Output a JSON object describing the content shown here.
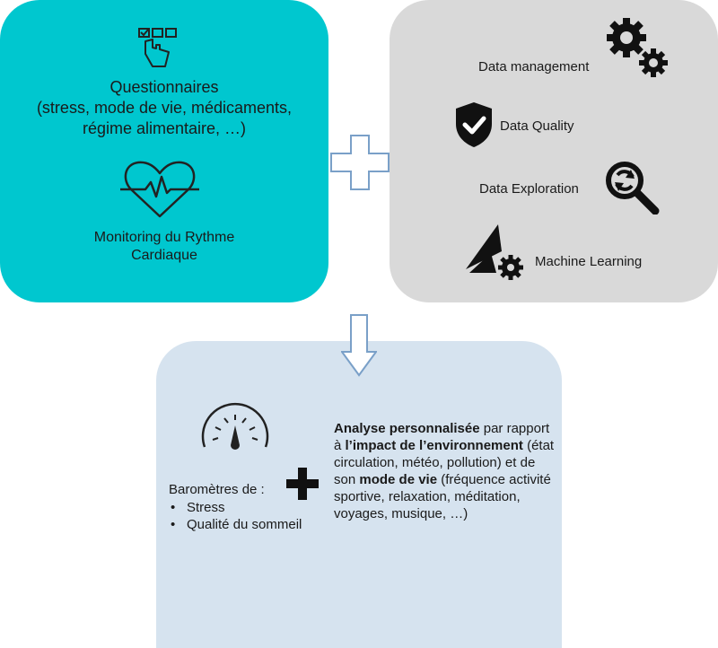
{
  "top_left": {
    "questionnaire_title": "Questionnaires",
    "questionnaire_line2": "(stress, mode de vie, médicaments,",
    "questionnaire_line3": "régime alimentaire, …)",
    "monitoring_line1": "Monitoring du Rythme",
    "monitoring_line2": "Cardiaque"
  },
  "top_right": {
    "data_management": "Data management",
    "data_quality": "Data Quality",
    "data_exploration": "Data Exploration",
    "machine_learning": "Machine Learning"
  },
  "bottom": {
    "barometres_title": "Baromètres de :",
    "bullets": [
      "Stress",
      "Qualité du sommeil"
    ],
    "analysis": {
      "p1": "Analyse personnalisée",
      "p2": " par rapport à ",
      "p3": "l’impact de l’environnement",
      "p4": " (état circulation, météo, pollution) et de son ",
      "p5": "mode de vie",
      "p6": " (fréquence activité sportive, relaxation, méditation, voyages, musique, …)"
    }
  },
  "colors": {
    "teal": "#00c7cf",
    "grey": "#d9d9d9",
    "light_blue": "#d6e3ef",
    "plus_outline": "#7aa0c8"
  }
}
